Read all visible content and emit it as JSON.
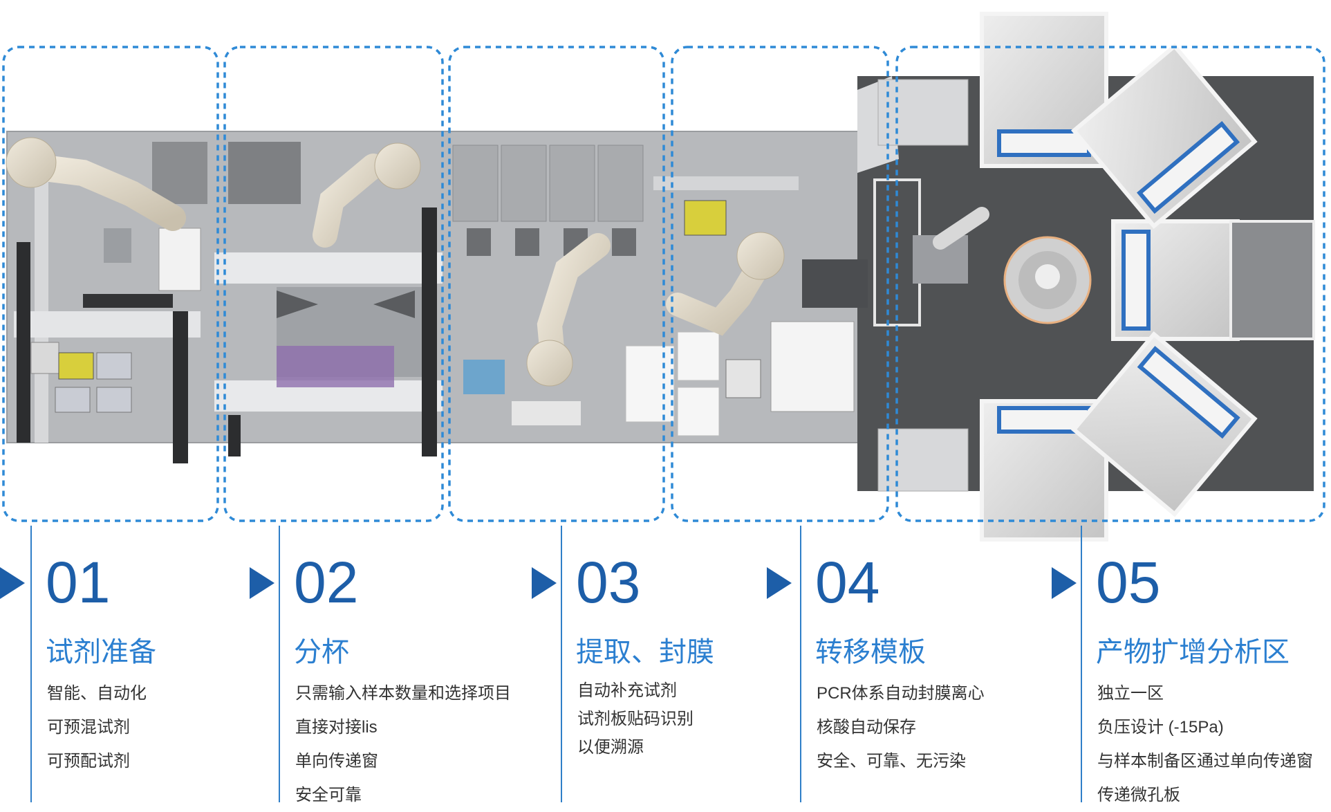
{
  "colors": {
    "accent": "#1d5ea8",
    "title": "#2b7fd0",
    "dash": "#2f8ad6",
    "machine": "#b4b6b9"
  },
  "stages": [
    {
      "num": "01",
      "title": "试剂准备",
      "items": [
        "智能、自动化",
        "可预混试剂",
        "可预配试剂"
      ]
    },
    {
      "num": "02",
      "title": "分杯",
      "items": [
        "只需输入样本数量和选择项目",
        "直接对接lis",
        "单向传递窗",
        "安全可靠"
      ]
    },
    {
      "num": "03",
      "title": "提取、封膜",
      "items": [
        "自动补充试剂",
        "试剂板贴码识别",
        "以便溯源"
      ]
    },
    {
      "num": "04",
      "title": "转移模板",
      "items": [
        "PCR体系自动封膜离心",
        "核酸自动保存",
        "安全、可靠、无污染"
      ]
    },
    {
      "num": "05",
      "title": "产物扩增分析区",
      "items": [
        "独立一区",
        "负压设计 (-15Pa)",
        "与样本制备区通过单向传递窗",
        "传递微孔板"
      ]
    }
  ]
}
